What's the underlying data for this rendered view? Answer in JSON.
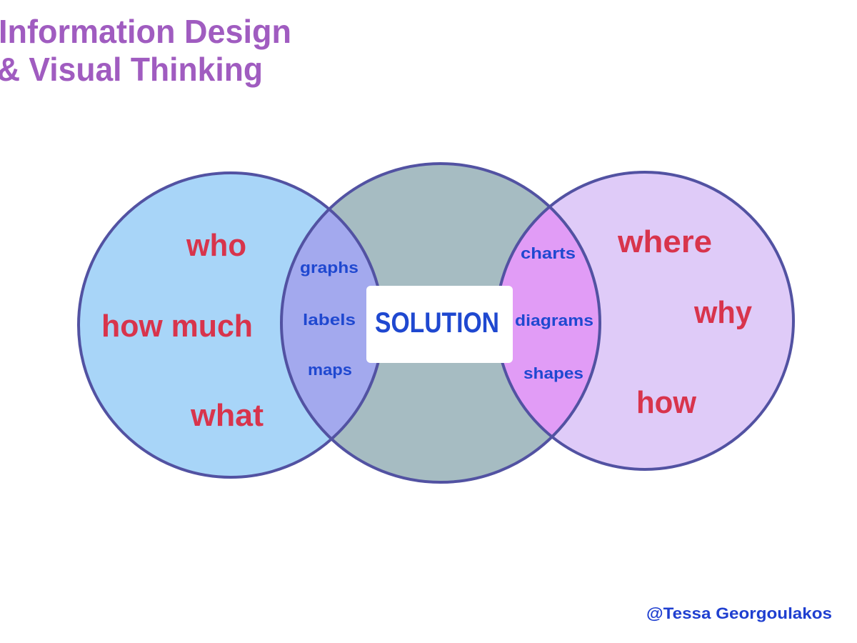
{
  "title": {
    "line1": "Information Design",
    "line2": "& Visual Thinking"
  },
  "credit": "@Tessa Georgoulakos",
  "left_circle": {
    "items": [
      "who",
      "how much",
      "what"
    ]
  },
  "right_circle": {
    "items": [
      "where",
      "why",
      "how"
    ]
  },
  "left_overlap": {
    "items": [
      "graphs",
      "labels",
      "maps"
    ]
  },
  "right_overlap": {
    "items": [
      "charts",
      "diagrams",
      "shapes"
    ]
  },
  "center": {
    "label": "SOLUTION"
  },
  "colors": {
    "title": "#a05cc0",
    "red_text": "#d8344c",
    "blue_text": "#1f48d0",
    "left_fill": "#a8d5f8",
    "middle_fill": "#a6bcc2",
    "right_fill": "#dfcbf8",
    "left_overlap_fill": "#a3a9ee",
    "right_overlap_fill": "#e19cf6",
    "stroke": "#5252a2"
  }
}
